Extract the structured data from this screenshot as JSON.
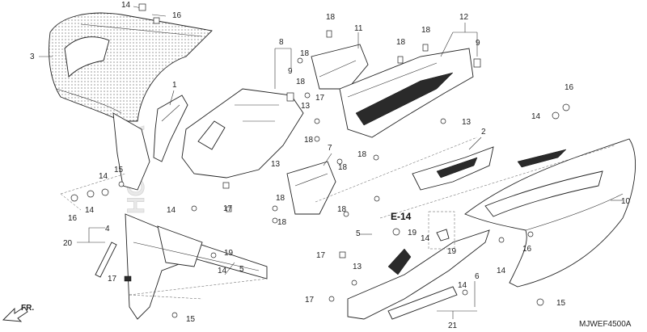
{
  "diagram_code": "MJWEF4500A",
  "reference": {
    "label": "E-14"
  },
  "direction": {
    "label": "FR."
  },
  "watermark": {
    "text": "HONDA"
  },
  "callouts": {
    "c1": "1",
    "c2": "2",
    "c3": "3",
    "c4": "4",
    "c5a": "5",
    "c5b": "5",
    "c6": "6",
    "c7": "7",
    "c8": "8",
    "c9a": "9",
    "c9b": "9",
    "c10": "10",
    "c11": "11",
    "c12": "12",
    "c13a": "13",
    "c13b": "13",
    "c13c": "13",
    "c13d": "13",
    "c14a": "14",
    "c14b": "14",
    "c14c": "14",
    "c14d": "14",
    "c14e": "14",
    "c14f": "14",
    "c14g": "14",
    "c14h": "14",
    "c14i": "14",
    "c15a": "15",
    "c15b": "15",
    "c15c": "15",
    "c16a": "16",
    "c16b": "16",
    "c16c": "16",
    "c16d": "16",
    "c17a": "17",
    "c17b": "17",
    "c17c": "17",
    "c17d": "17",
    "c17e": "17",
    "c18a": "18",
    "c18b": "18",
    "c18c": "18",
    "c18d": "18",
    "c18e": "18",
    "c18f": "18",
    "c18g": "18",
    "c18h": "18",
    "c18i": "18",
    "c18j": "18",
    "c18k": "18",
    "c19a": "19",
    "c19b": "19",
    "c19c": "19",
    "c20": "20",
    "c21": "21"
  }
}
